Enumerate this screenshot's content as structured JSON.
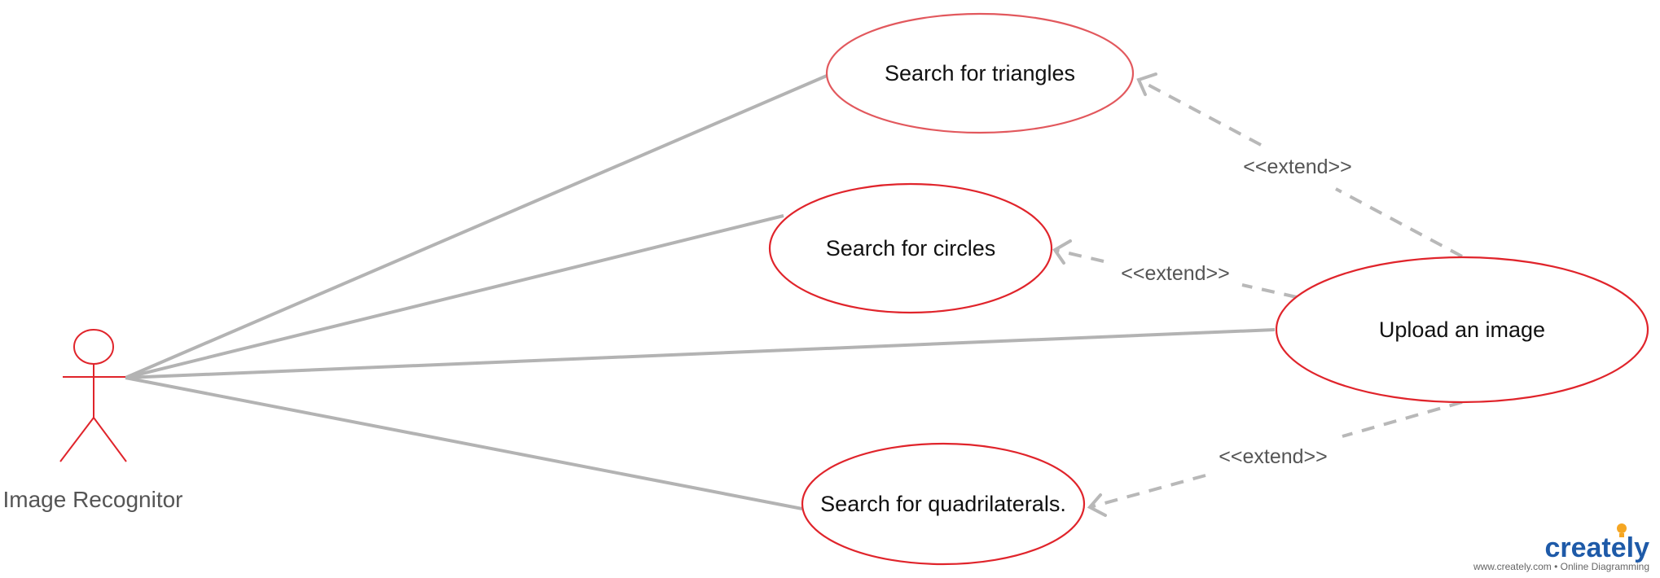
{
  "diagram": {
    "actor": {
      "label": "Image Recognitor"
    },
    "use_cases": {
      "triangles": "Search for triangles",
      "circles": "Search for circles",
      "upload": "Upload an image",
      "quadrilaterals": "Search for quadrilaterals."
    },
    "relations": {
      "extend_triangles": "<<extend>>",
      "extend_circles": "<<extend>>",
      "extend_quadrilaterals": "<<extend>>"
    }
  },
  "branding": {
    "logo_text": "creately",
    "tagline": "www.creately.com • Online Diagramming"
  },
  "colors": {
    "use_case_border": "#e0242b",
    "connector": "#b3b3b3",
    "logo_blue": "#1e5aa8",
    "logo_bulb": "#f5a623"
  }
}
